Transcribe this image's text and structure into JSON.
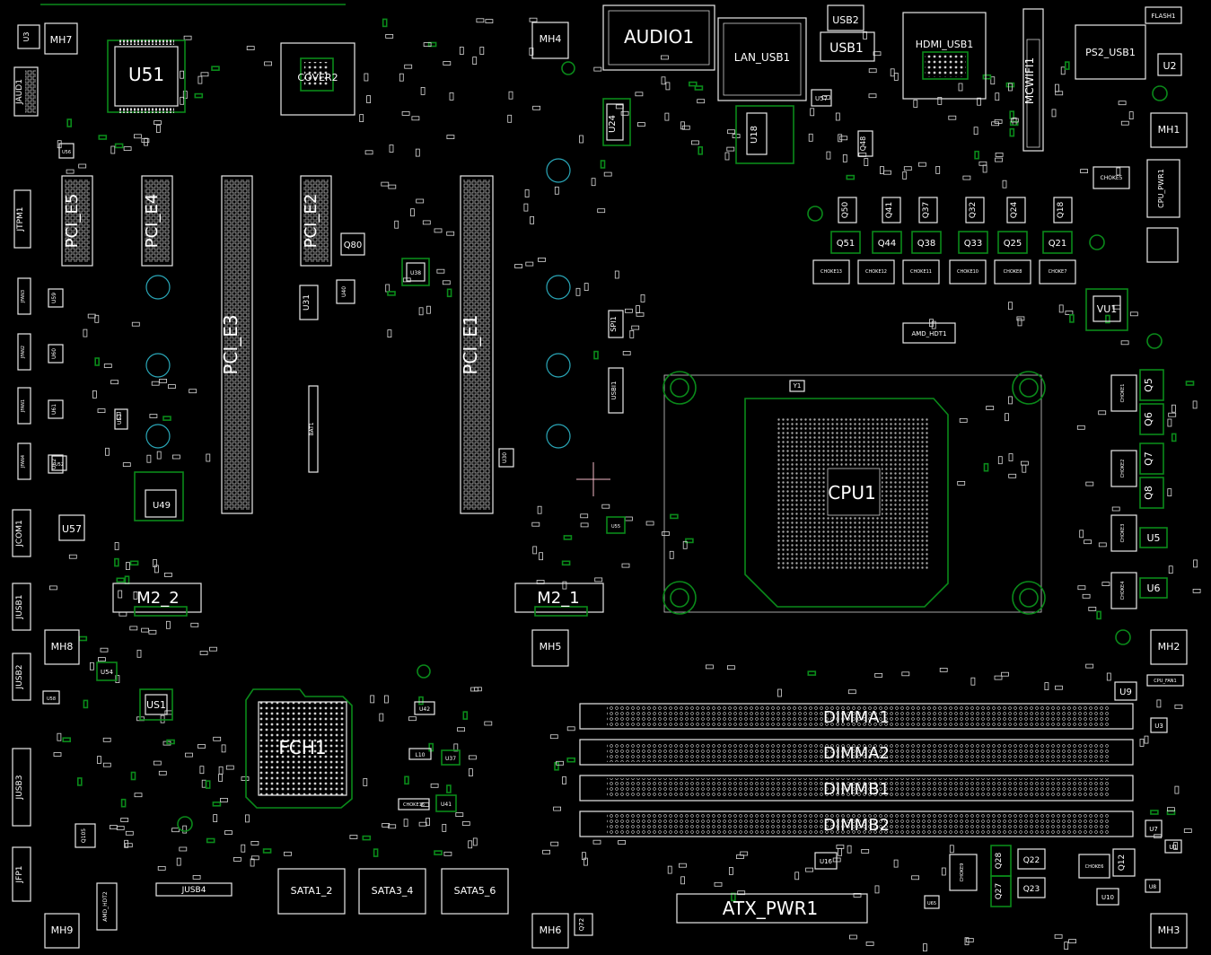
{
  "labels": {
    "u51_top": "U51",
    "mh7": "MH7",
    "cover2": "COVER2",
    "mh4": "MH4",
    "audio1": "AUDIO1",
    "lan_usb1": "LAN_USB1",
    "usb2": "USB2",
    "usb1": "USB1",
    "hdmi_usb1": "HDMI_USB1",
    "ps2_usb1": "PS2_USB1",
    "flash1": "FLASH1",
    "u2": "U2",
    "mh1": "MH1",
    "cpu_pwr1": "CPU_PWR1",
    "jaud1": "JAUD1",
    "u24": "U24",
    "u18": "U18",
    "u57_top": "U57",
    "q48": "Q48",
    "mcwifi1": "MCWIFI1",
    "choke5": "CHOKE5",
    "pcie5": "PCI_E5",
    "pcie4": "PCI_E4",
    "pcie3": "PCI_E3",
    "pcie2": "PCI_E2",
    "pcie1": "PCI_E1",
    "jtpm1": "JTPM1",
    "q80": "Q80",
    "u31": "U31",
    "u38": "U38",
    "spi1": "SPI1",
    "usbi1": "USBI1",
    "u30": "U30",
    "bat1": "BAT1",
    "q50": "Q50",
    "q41": "Q41",
    "q37": "Q37",
    "q32": "Q32",
    "q24": "Q24",
    "q18": "Q18",
    "q51": "Q51",
    "q44": "Q44",
    "q38": "Q38",
    "q33": "Q33",
    "q25": "Q25",
    "q21": "Q21",
    "choke13": "CHOKE13",
    "choke12": "CHOKE12",
    "choke11": "CHOKE11",
    "choke10": "CHOKE10",
    "choke8": "CHOKE8",
    "choke7": "CHOKE7",
    "vu1": "VU1",
    "amd_hdt1": "AMD_HDT1",
    "y1": "Y1",
    "cpu1": "CPU1",
    "q5": "Q5",
    "q6": "Q6",
    "q7": "Q7",
    "q8": "Q8",
    "u5": "U5",
    "u6": "U6",
    "choke1": "CHOKE1",
    "choke2": "CHOKE2",
    "choke3": "CHOKE3",
    "choke4": "CHOKE4",
    "u49": "U49",
    "u57": "U57",
    "jcom1": "JCOM1",
    "m2_2": "M2_2",
    "m2_1": "M2_1",
    "mh5": "MH5",
    "mh2": "MH2",
    "jusb1": "JUSB1",
    "mh8": "MH8",
    "jusb2": "JUSB2",
    "u54": "U54",
    "us1": "US1",
    "fch1": "FCH1",
    "dimma1": "DIMMA1",
    "dimma2": "DIMMA2",
    "dimmb1": "DIMMB1",
    "dimmb2": "DIMMB2",
    "u9": "U9",
    "u3": "U3",
    "cpu_fan1": "CPU_FAN1",
    "jusb3": "JUSB3",
    "jfp1": "JFP1",
    "q105": "Q105",
    "jusb4": "JUSB4",
    "amd_hdt2": "AMD_HDT2",
    "mh9": "MH9",
    "sata1_2": "SATA1_2",
    "sata3_4": "SATA3_4",
    "sata5_6": "SATA5_6",
    "atx_pwr1": "ATX_PWR1",
    "mh6": "MH6",
    "q72": "Q72",
    "u16": "U16",
    "choke9": "CHOKE9",
    "q28": "Q28",
    "q27": "Q27",
    "q22": "Q22",
    "q23": "Q23",
    "choke6": "CHOKE6",
    "q12": "Q12",
    "u10": "U10",
    "mh3": "MH3",
    "u7": "U7",
    "u1": "U1",
    "u8": "U8",
    "jfan": "JFAN3",
    "jfan2": "JFAN2",
    "jfan1": "JFAN1",
    "jfan4": "JFAN4",
    "u59": "U59",
    "u60": "U60",
    "u61": "U61",
    "u62": "U62",
    "u56": "U56",
    "u53": "U53",
    "u52": "U52",
    "u40": "U40",
    "u42": "U42",
    "u37": "U37",
    "u41": "U41",
    "l10": "L10",
    "u55": "U55",
    "choke16": "CHOKE16",
    "u65": "U65",
    "u58": "U58"
  },
  "colors": {
    "background": "#000000",
    "outline": "#e8e8e8",
    "copper_trace": "#0a8a1a",
    "drill_marker": "#2aa7b8",
    "cursor": "#f2b8c6"
  }
}
